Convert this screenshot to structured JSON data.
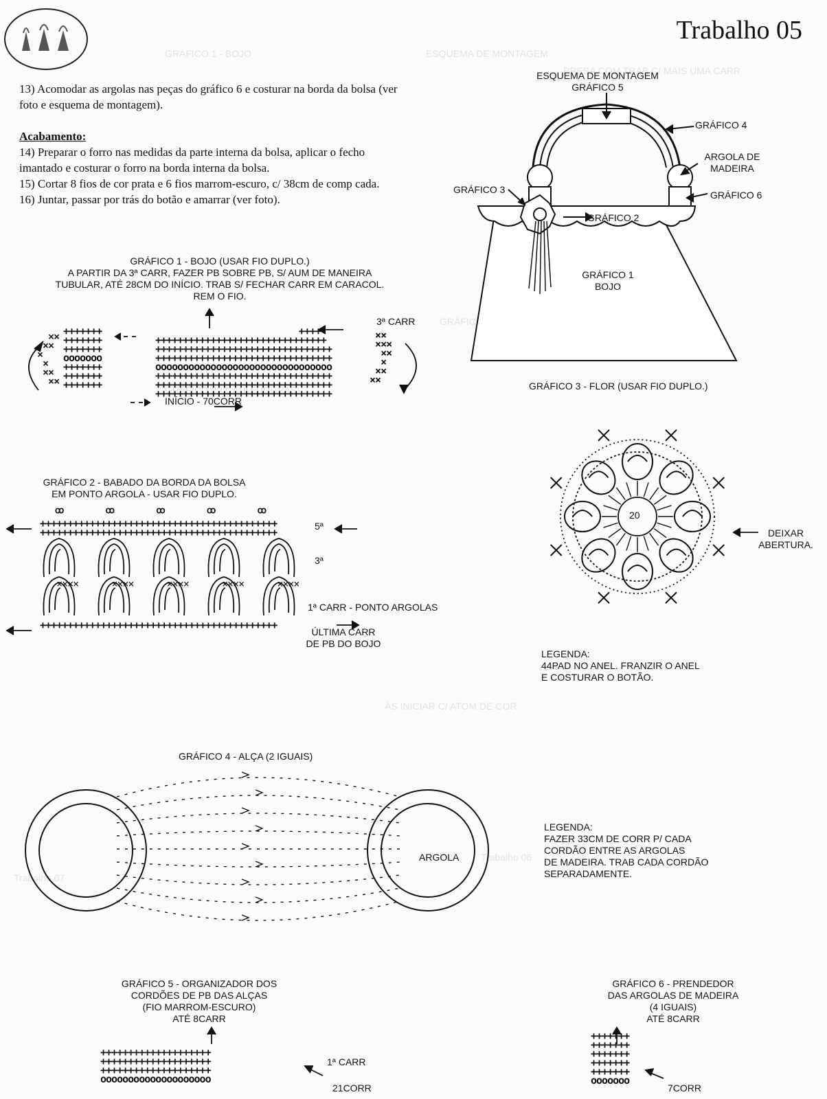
{
  "header": {
    "title": "Trabalho 05"
  },
  "instructions": {
    "step13": "13) Acomodar as argolas nas peças do gráfico 6 e costurar na borda da bolsa (ver foto e esquema de montagem).",
    "finish_heading": "Acabamento:",
    "step14": "14) Preparar o forro nas medidas da parte interna da bolsa, aplicar o fecho imantado e costurar o forro na borda interna da bolsa.",
    "step15": "15) Cortar 8 fios de cor prata e 6 fios marrom-escuro, c/ 38cm de comp cada.",
    "step16": "16) Juntar, passar por trás do botão e amarrar (ver foto)."
  },
  "assembly": {
    "title": "ESQUEMA DE MONTAGEM",
    "label_g5": "GRÁFICO 5",
    "label_g4": "GRÁFICO 4",
    "label_argola_1": "ARGOLA DE",
    "label_argola_2": "MADEIRA",
    "label_g6": "GRÁFICO 6",
    "label_g3": "GRÁFICO 3",
    "label_g2": "GRÁFICO 2",
    "label_g1_1": "GRÁFICO 1",
    "label_g1_2": "BOJO"
  },
  "chart1": {
    "title": "GRÁFICO 1 - BOJO (USAR FIO DUPLO.)",
    "note_1": "A PARTIR DA 3ª CARR, FAZER PB SOBRE PB, S/ AUM DE MANEIRA",
    "note_2": "TUBULAR, ATÉ 28CM DO INÍCIO. TRAB S/ FECHAR CARR EM CARACOL.",
    "note_3": "REM O FIO.",
    "row3": "3ª CARR",
    "start": "INÍCIO - 70CORR"
  },
  "chart2": {
    "title_1": "GRÁFICO 2 - BABADO DA BORDA DA BOLSA",
    "title_2": "EM PONTO ARGOLA - USAR FIO DUPLO.",
    "row5": "5ª",
    "row3": "3ª",
    "row1": "1ª CARR - PONTO ARGOLAS",
    "last_1": "ÚLTIMA CARR",
    "last_2": "DE PB DO BOJO"
  },
  "chart3": {
    "title": "GRÁFICO 3 - FLOR (USAR FIO DUPLO.)",
    "center": "20",
    "opening_1": "DEIXAR",
    "opening_2": "ABERTURA.",
    "legend_title": "LEGENDA:",
    "legend_1": "44PAD NO ANEL. FRANZIR O ANEL",
    "legend_2": "E COSTURAR O BOTÃO."
  },
  "chart4": {
    "title": "GRÁFICO 4 - ALÇA (2 IGUAIS)",
    "ring": "ARGOLA",
    "legend_title": "LEGENDA:",
    "legend_1": "FAZER 33CM DE CORR P/ CADA",
    "legend_2": "CORDÃO ENTRE AS ARGOLAS",
    "legend_3": "DE MADEIRA. TRAB CADA CORDÃO",
    "legend_4": "SEPARADAMENTE."
  },
  "chart5": {
    "title_1": "GRÁFICO 5 - ORGANIZADOR DOS",
    "title_2": "CORDÕES DE PB DAS ALÇAS",
    "title_3": "(FIO MARROM-ESCURO)",
    "title_4": "ATÉ 8CARR",
    "row1": "1ª CARR",
    "chain": "21CORR"
  },
  "chart6": {
    "title_1": "GRÁFICO 6 - PRENDEDOR",
    "title_2": "DAS ARGOLAS DE MADEIRA",
    "title_3": "(4 IGUAIS)",
    "title_4": "ATÉ 8CARR",
    "chain": "7CORR"
  }
}
